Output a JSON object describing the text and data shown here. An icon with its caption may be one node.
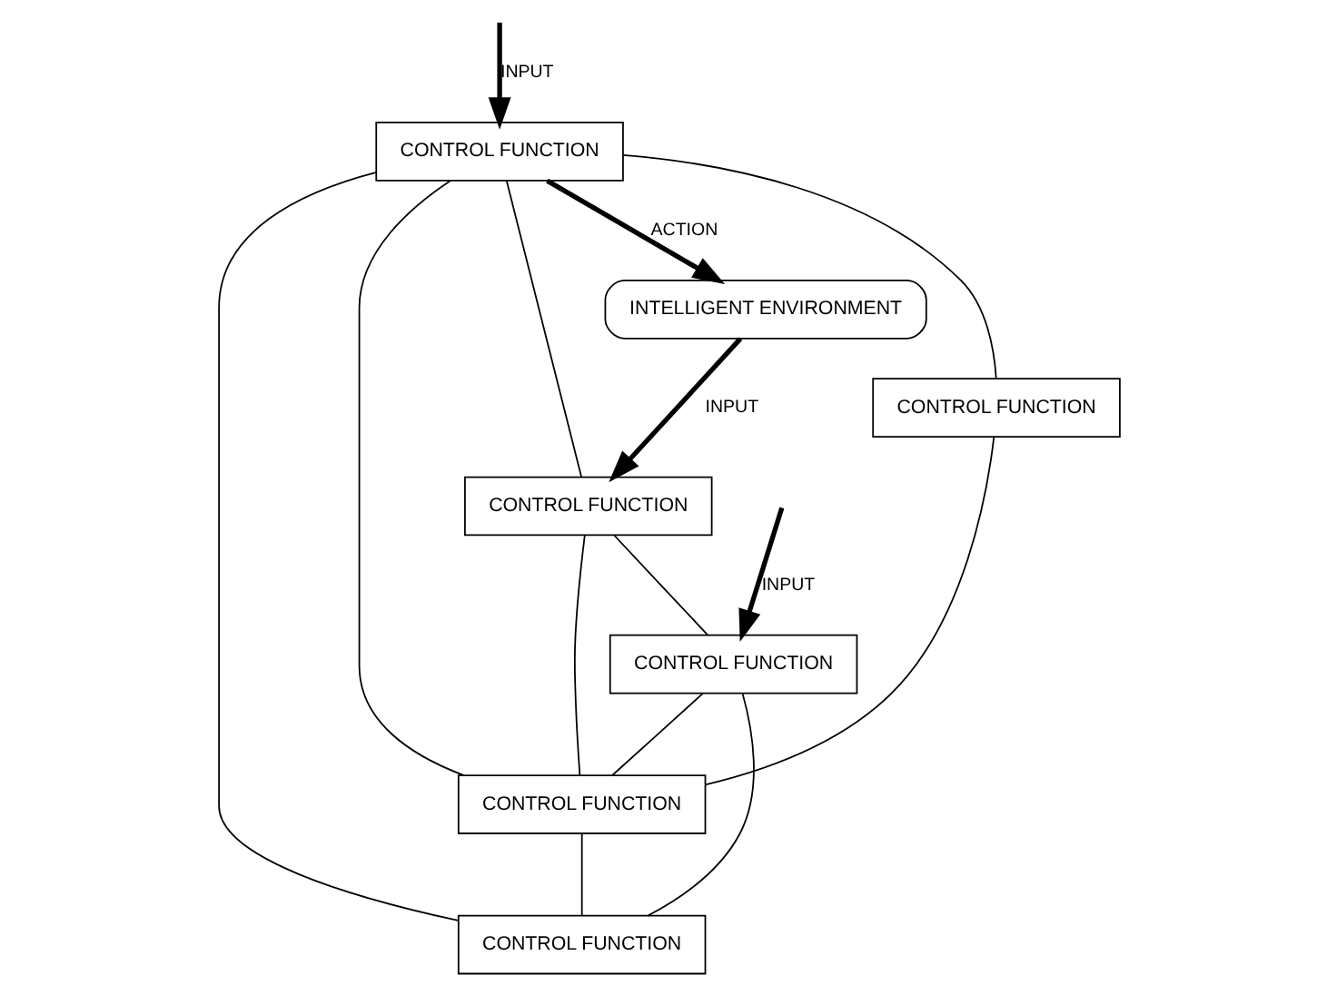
{
  "diagram": {
    "nodes": [
      {
        "text": [
          "INTELLIGENT ENVIRONMENT"
        ]
      },
      {
        "text": [
          "CONTROL FUNCTION"
        ]
      },
      {
        "text": [
          "CONTROL FUNCTION"
        ]
      },
      {
        "text": [
          "CONTROL FUNCTION"
        ]
      },
      {
        "text": [
          "CONTROL FUNCTION"
        ]
      },
      {
        "text": [
          "CONTROL FUNCTION"
        ]
      },
      {
        "text": [
          "CONTROL FUNCTION"
        ]
      }
    ],
    "edges": [
      {
        "from": null,
        "to": 1,
        "arrow": "to",
        "label": "INPUT",
        "style": "thick"
      },
      {
        "from": 1,
        "to": 0,
        "arrow": "to",
        "label": "ACTION",
        "style": "thick"
      },
      {
        "from": 0,
        "to": 2,
        "arrow": "to",
        "label": "INPUT",
        "style": "thick"
      },
      {
        "from": null,
        "to": 3,
        "arrow": "to",
        "label": "INPUT",
        "style": "thick"
      },
      {
        "from": 1,
        "to": 4,
        "arrow": "none"
      },
      {
        "from": 1,
        "to": 5,
        "arrow": "none"
      },
      {
        "from": 1,
        "to": 6,
        "arrow": "none"
      },
      {
        "from": 1,
        "to": 2,
        "arrow": "none"
      },
      {
        "from": 2,
        "to": 5,
        "arrow": "none"
      },
      {
        "from": 2,
        "to": 3,
        "arrow": "none"
      },
      {
        "from": 3,
        "to": 5,
        "arrow": "none"
      },
      {
        "from": 3,
        "to": 6,
        "arrow": "none"
      },
      {
        "from": 4,
        "to": 5,
        "arrow": "none"
      },
      {
        "from": 5,
        "to": 6,
        "arrow": "none"
      }
    ]
  }
}
